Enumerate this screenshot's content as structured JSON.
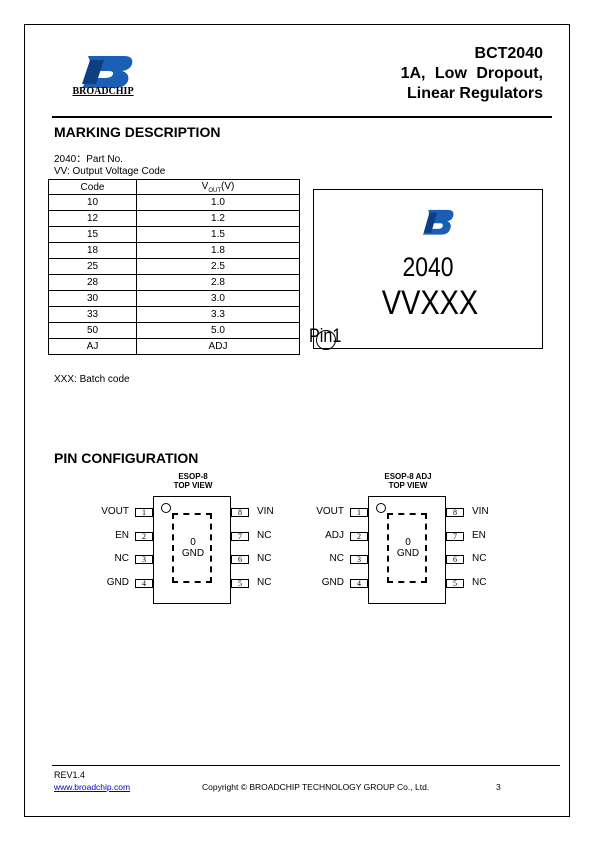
{
  "header": {
    "logo_text": "BROADCHIP",
    "part": "BCT2040",
    "line2": "1A, Low Dropout,",
    "line3": "Linear Regulators"
  },
  "marking": {
    "title": "MARKING DESCRIPTION",
    "part_no_line": "2040：Part No.",
    "vv_line": "VV: Output Voltage Code",
    "table": {
      "col_code": "Code",
      "col_vout_main": "V",
      "col_vout_sub": "OUT",
      "col_vout_unit": "(V)",
      "rows": [
        {
          "code": "10",
          "v": "1.0"
        },
        {
          "code": "12",
          "v": "1.2"
        },
        {
          "code": "15",
          "v": "1.5"
        },
        {
          "code": "18",
          "v": "1.8"
        },
        {
          "code": "25",
          "v": "2.5"
        },
        {
          "code": "28",
          "v": "2.8"
        },
        {
          "code": "30",
          "v": "3.0"
        },
        {
          "code": "33",
          "v": "3.3"
        },
        {
          "code": "50",
          "v": "5.0"
        },
        {
          "code": "AJ",
          "v": "ADJ"
        }
      ]
    },
    "batch_note": "XXX: Batch code",
    "chip_part": "2040",
    "chip_batch": "VVXXX",
    "chip_pin1": "Pin1"
  },
  "pinconf": {
    "title": "PIN CONFIGURATION",
    "left": {
      "title1": "ESOP-8",
      "title2": "TOP VIEW",
      "pad1": "0",
      "pad2": "GND",
      "left_pins": [
        {
          "num": "1",
          "name": "VOUT"
        },
        {
          "num": "2",
          "name": "EN"
        },
        {
          "num": "3",
          "name": "NC"
        },
        {
          "num": "4",
          "name": "GND"
        }
      ],
      "right_pins": [
        {
          "num": "8",
          "name": "VIN"
        },
        {
          "num": "7",
          "name": "NC"
        },
        {
          "num": "6",
          "name": "NC"
        },
        {
          "num": "5",
          "name": "NC"
        }
      ]
    },
    "right": {
      "title1": "ESOP-8 ADJ",
      "title2": "TOP VIEW",
      "pad1": "0",
      "pad2": "GND",
      "left_pins": [
        {
          "num": "1",
          "name": "VOUT"
        },
        {
          "num": "2",
          "name": "ADJ"
        },
        {
          "num": "3",
          "name": "NC"
        },
        {
          "num": "4",
          "name": "GND"
        }
      ],
      "right_pins": [
        {
          "num": "8",
          "name": "VIN"
        },
        {
          "num": "7",
          "name": "EN"
        },
        {
          "num": "6",
          "name": "NC"
        },
        {
          "num": "5",
          "name": "NC"
        }
      ]
    }
  },
  "footer": {
    "rev": "REV1.4",
    "url": "www.broadchip.com",
    "copyright": "Copyright © BROADCHIP TECHNOLOGY GROUP Co., Ltd.",
    "page": "3"
  },
  "colors": {
    "logo_blue": "#1a5fb4",
    "link_blue": "#0000cc"
  }
}
